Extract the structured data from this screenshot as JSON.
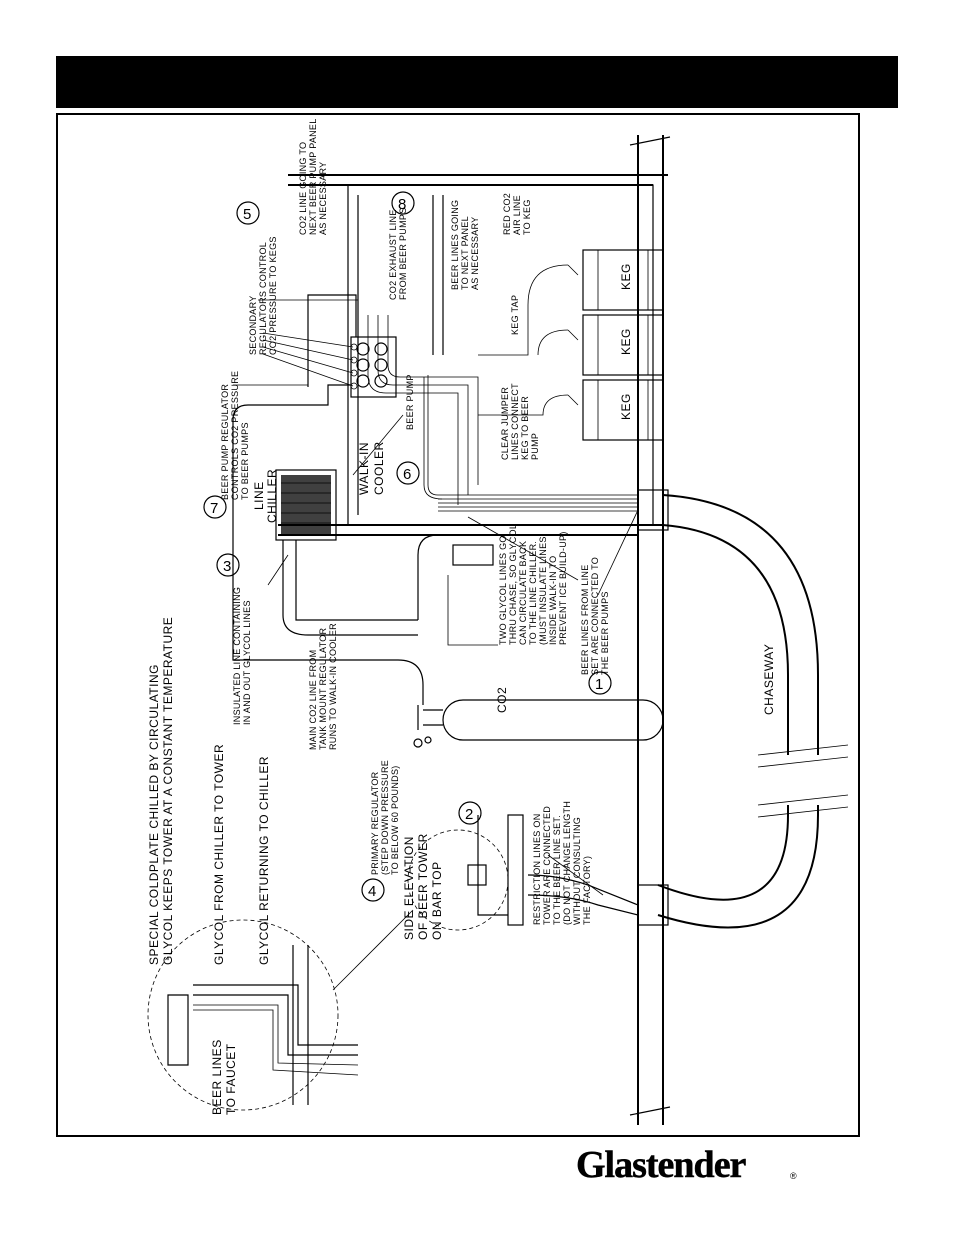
{
  "header": {
    "title": ""
  },
  "labels": {
    "chaseway": "CHASEWAY",
    "co2": "CO2",
    "walk_in_cooler_1": "WALK-IN",
    "walk_in_cooler_2": "COOLER",
    "line_chiller_1": "LINE",
    "line_chiller_2": "CHILLER",
    "beer_pump": "BEER PUMP",
    "keg_tap": "KEG TAP",
    "keg": "KEG",
    "side_elev_1": "SIDE ELEVATION",
    "side_elev_2": "OF BEER TOWER",
    "side_elev_3": "ON BAR TOP"
  },
  "callouts": [
    {
      "num": "1",
      "lines": [
        "BEER LINES FROM LINE",
        "SET ARE CONNECTED TO",
        "THE BEER PUMPS"
      ]
    },
    {
      "num": "2",
      "lines": [
        "RESTRICTION LINES ON",
        "TOWER ARE CONNECTED",
        "TO THE BEER LINE SET.",
        "(DO NOT CHANGE LENGTH",
        "WITHOUT CONSULTING",
        "THE FACTORY)"
      ]
    },
    {
      "num": "3",
      "lines": [
        "INSULATED LINE CONTAINING",
        "IN AND OUT GLYCOL LINES"
      ]
    },
    {
      "num": "4",
      "lines": [
        "PRIMARY REGULATOR",
        "(STEP DOWN PRESSURE",
        "TO BELOW 60 POUNDS)"
      ]
    },
    {
      "num": "5",
      "lines": [
        "SECONDARY",
        "REGULATORS CONTROL",
        "CO2 PRESSURE TO KEGS"
      ]
    },
    {
      "num": "6",
      "lines": []
    },
    {
      "num": "7",
      "lines": [
        "BEER PUMP REGULATOR",
        "CONTROLS CO2 PRESSURE",
        "TO BEER PUMPS"
      ]
    },
    {
      "num": "8",
      "lines": []
    }
  ],
  "notes": {
    "main_co2": [
      "MAIN CO2 LINE FROM",
      "TANK MOUNT REGULATOR",
      "RUNS TO WALK-IN COOLER"
    ],
    "glycol_lines": [
      "TWO GLYCOL LINES GO",
      "THRU CHASE, SO GLYCOL",
      "CAN CIRCULATE BACK",
      "TO THE LINE CHILLER.",
      "(MUST INSULATE LINES",
      "INSIDE WALK-IN TO",
      "PREVENT ICE BUILD-UP)"
    ],
    "jumper": [
      "CLEAR JUMPER",
      "LINES CONNECT",
      "KEG TO BEER",
      "PUMP"
    ],
    "red_co2": [
      "RED CO2",
      "AIR LINE",
      "TO KEG"
    ],
    "beer_next": [
      "BEER LINES GOING",
      "TO NEXT PANEL",
      "AS NECESSARY"
    ],
    "co2_exhaust": [
      "CO2 EXHAUST LINE",
      "FROM BEER PUMPS"
    ],
    "co2_next": [
      "CO2 LINE GOING TO",
      "NEXT BEER PUMP PANEL",
      "AS NECESSARY"
    ],
    "coldplate": [
      "SPECIAL COLDPLATE CHILLED BY CIRCULATING",
      "GLYCOL KEEPS TOWER AT A CONSTANT TEMPERATURE"
    ],
    "glycol_to_tower": [
      "GLYCOL FROM CHILLER TO TOWER"
    ],
    "glycol_return": [
      "GLYCOL RETURNING TO CHILLER"
    ],
    "beer_faucet": [
      "BEER LINES",
      "TO FAUCET"
    ]
  },
  "logo": {
    "text": "Glastender",
    "mark": "®"
  }
}
